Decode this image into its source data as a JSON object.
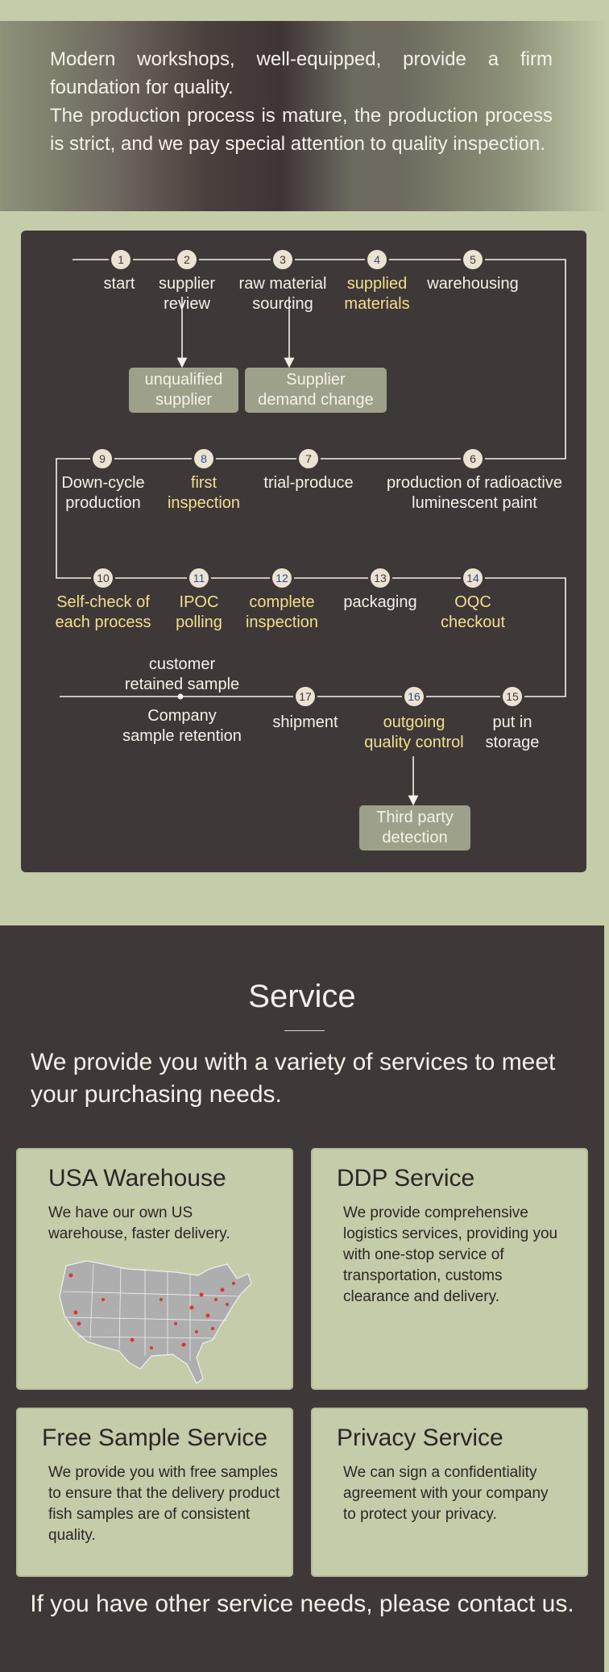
{
  "banner": {
    "line1": "Modern workshops, well-equipped, provide a firm foundation for quality.",
    "line2": "The production process is mature, the production process is strict, and we pay special attention to quality inspection."
  },
  "process": {
    "steps": [
      {
        "num": "1",
        "label": "start",
        "highlight": false
      },
      {
        "num": "2",
        "label": "supplier\nreview",
        "highlight": false
      },
      {
        "num": "3",
        "label": "raw material\nsourcing",
        "highlight": false
      },
      {
        "num": "4",
        "label": "supplied\nmaterials",
        "highlight": true
      },
      {
        "num": "5",
        "label": "warehousing",
        "highlight": false
      },
      {
        "num": "6",
        "label": "production of radioactive\nluminescent paint",
        "highlight": false
      },
      {
        "num": "7",
        "label": "trial-produce",
        "highlight": false
      },
      {
        "num": "8",
        "label": "first\ninspection",
        "highlight": true
      },
      {
        "num": "9",
        "label": "Down-cycle\nproduction",
        "highlight": false
      },
      {
        "num": "10",
        "label": "Self-check of\neach process",
        "highlight": true
      },
      {
        "num": "11",
        "label": "IPOC\npolling",
        "highlight": true
      },
      {
        "num": "12",
        "label": "complete\ninspection",
        "highlight": true
      },
      {
        "num": "13",
        "label": "packaging",
        "highlight": false
      },
      {
        "num": "14",
        "label": "OQC\ncheckout",
        "highlight": true
      },
      {
        "num": "15",
        "label": "put in\nstorage",
        "highlight": false
      },
      {
        "num": "16",
        "label": "outgoing\nquality control",
        "highlight": true
      },
      {
        "num": "17",
        "label": "shipment",
        "highlight": false
      }
    ],
    "retained_top": "customer\nretained sample",
    "retained_bottom": "Company\nsample retention",
    "box_unqualified": "unqualified\nsupplier",
    "box_demand": "Supplier\ndemand change",
    "box_third_party": "Third party\ndetection"
  },
  "service": {
    "title": "Service",
    "intro": "We provide you with a variety of services to meet your purchasing needs.",
    "cards": [
      {
        "title": "USA Warehouse",
        "text": "We have our own US warehouse, faster delivery."
      },
      {
        "title": "DDP Service",
        "text": "We provide comprehensive logistics services, providing you with one-stop service of transportation, customs clearance and delivery."
      },
      {
        "title": "Free Sample Service",
        "text": "We provide you with free samples to ensure that the delivery product fish samples are of consistent quality."
      },
      {
        "title": "Privacy Service",
        "text": "We can sign a confidentiality agreement with your company to protect your privacy."
      }
    ],
    "map_icon": "usa-map-icon",
    "outro": "If you have other service needs, please contact us."
  },
  "colors": {
    "dark": "#3f3838",
    "sage": "#c4ccaa",
    "highlight": "#f3df8b",
    "box": "#9da18a"
  }
}
